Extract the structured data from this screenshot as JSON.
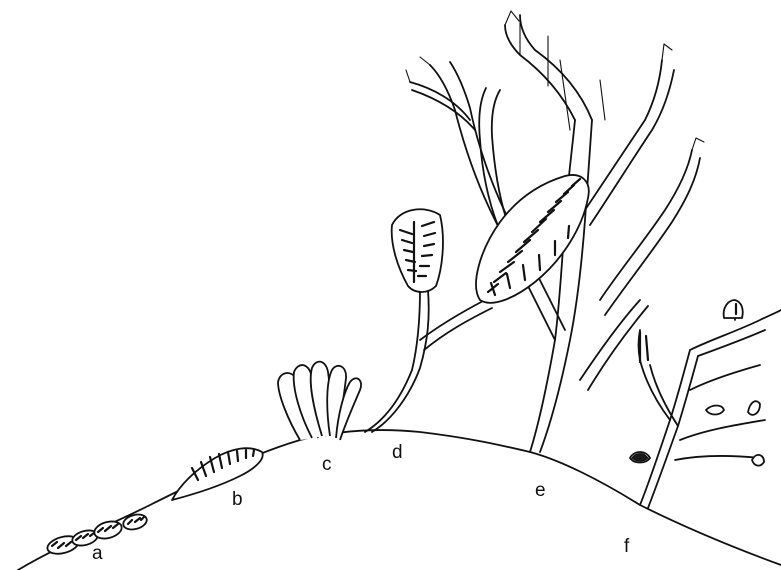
{
  "figure": {
    "labels": {
      "a": "a",
      "b": "b",
      "c": "c",
      "d": "d",
      "e": "e",
      "f": "f"
    }
  },
  "colors": {
    "ink": "#111111",
    "background": "#ffffff"
  }
}
